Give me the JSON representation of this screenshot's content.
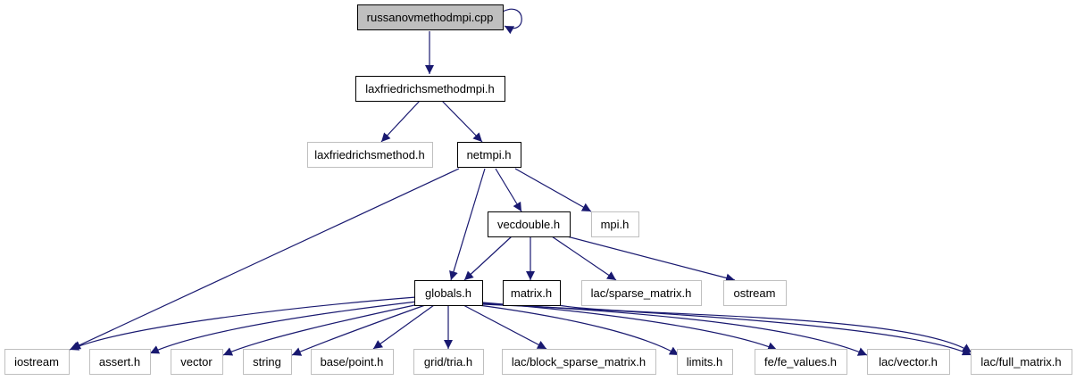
{
  "colors": {
    "edge": "#191970",
    "root_fill": "#bfbfbf",
    "documented_border": "#000000",
    "external_border": "#bfbfbf",
    "text": "#000000"
  },
  "nodes": [
    {
      "id": "root",
      "label": "russanovmethodmpi.cpp",
      "kind": "root"
    },
    {
      "id": "laxmpi",
      "label": "laxfriedrichsmethodmpi.h",
      "kind": "documented"
    },
    {
      "id": "lax",
      "label": "laxfriedrichsmethod.h",
      "kind": "external"
    },
    {
      "id": "netmpi",
      "label": "netmpi.h",
      "kind": "documented"
    },
    {
      "id": "vecdouble",
      "label": "vecdouble.h",
      "kind": "documented"
    },
    {
      "id": "mpi",
      "label": "mpi.h",
      "kind": "external"
    },
    {
      "id": "globals",
      "label": "globals.h",
      "kind": "documented"
    },
    {
      "id": "matrix",
      "label": "matrix.h",
      "kind": "documented"
    },
    {
      "id": "sparse",
      "label": "lac/sparse_matrix.h",
      "kind": "external"
    },
    {
      "id": "ostream",
      "label": "ostream",
      "kind": "external"
    },
    {
      "id": "iostream",
      "label": "iostream",
      "kind": "external"
    },
    {
      "id": "assert",
      "label": "assert.h",
      "kind": "external"
    },
    {
      "id": "vector",
      "label": "vector",
      "kind": "external"
    },
    {
      "id": "string",
      "label": "string",
      "kind": "external"
    },
    {
      "id": "point",
      "label": "base/point.h",
      "kind": "external"
    },
    {
      "id": "tria",
      "label": "grid/tria.h",
      "kind": "external"
    },
    {
      "id": "bsparse",
      "label": "lac/block_sparse_matrix.h",
      "kind": "external"
    },
    {
      "id": "limits",
      "label": "limits.h",
      "kind": "external"
    },
    {
      "id": "fevalues",
      "label": "fe/fe_values.h",
      "kind": "external"
    },
    {
      "id": "lacvector",
      "label": "lac/vector.h",
      "kind": "external"
    },
    {
      "id": "fullmatrix",
      "label": "lac/full_matrix.h",
      "kind": "external"
    }
  ],
  "edges": [
    {
      "from": "root",
      "to": "root"
    },
    {
      "from": "root",
      "to": "laxmpi"
    },
    {
      "from": "laxmpi",
      "to": "lax"
    },
    {
      "from": "laxmpi",
      "to": "netmpi"
    },
    {
      "from": "netmpi",
      "to": "iostream"
    },
    {
      "from": "netmpi",
      "to": "globals"
    },
    {
      "from": "netmpi",
      "to": "vecdouble"
    },
    {
      "from": "netmpi",
      "to": "mpi"
    },
    {
      "from": "vecdouble",
      "to": "globals"
    },
    {
      "from": "vecdouble",
      "to": "matrix"
    },
    {
      "from": "vecdouble",
      "to": "sparse"
    },
    {
      "from": "vecdouble",
      "to": "ostream"
    },
    {
      "from": "globals",
      "to": "iostream"
    },
    {
      "from": "globals",
      "to": "assert"
    },
    {
      "from": "globals",
      "to": "vector"
    },
    {
      "from": "globals",
      "to": "string"
    },
    {
      "from": "globals",
      "to": "point"
    },
    {
      "from": "globals",
      "to": "tria"
    },
    {
      "from": "globals",
      "to": "bsparse"
    },
    {
      "from": "globals",
      "to": "limits"
    },
    {
      "from": "globals",
      "to": "fevalues"
    },
    {
      "from": "globals",
      "to": "lacvector"
    },
    {
      "from": "globals",
      "to": "fullmatrix"
    },
    {
      "from": "matrix",
      "to": "fullmatrix"
    }
  ]
}
